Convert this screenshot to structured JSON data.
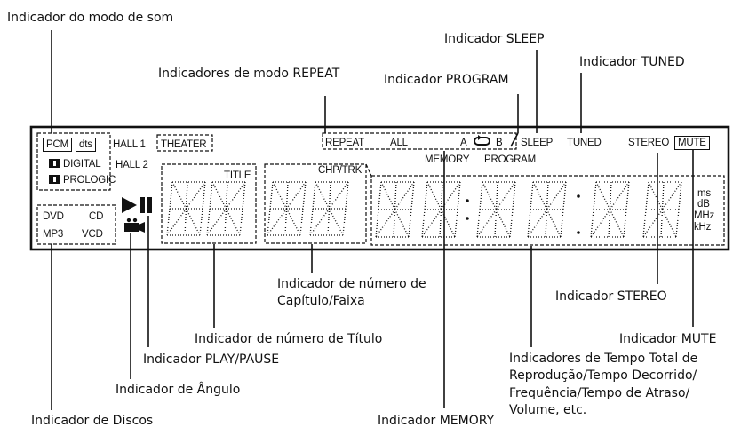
{
  "callouts": {
    "sound_mode": "Indicador do modo de som",
    "sleep": "Indicador SLEEP",
    "tuned": "Indicador TUNED",
    "repeat": "Indicadores de modo REPEAT",
    "program": "Indicador PROGRAM",
    "chapter_line1": "Indicador de número de",
    "chapter_line2": "Capítulo/Faixa",
    "stereo": "Indicador STEREO",
    "title": "Indicador de número de Título",
    "mute": "Indicador MUTE",
    "play_pause": "Indicador PLAY/PAUSE",
    "time_line1": "Indicadores de Tempo Total de",
    "time_line2": "Reprodução/Tempo Decorrido/",
    "time_line3": "Frequência/Tempo de Atraso/",
    "time_line4": "Volume, etc.",
    "angle": "Indicador de Ângulo",
    "discs": "Indicador de Discos",
    "memory": "Indicador MEMORY"
  },
  "display": {
    "pcm": "PCM",
    "dts": "dts",
    "hall1": "HALL 1",
    "hall2": "HALL 2",
    "theater": "THEATER",
    "digital": "DIGITAL",
    "prologic": "PROLOGIC",
    "dolby_logo": "DD",
    "dvd": "DVD",
    "cd": "CD",
    "mp3": "MP3",
    "vcd": "VCD",
    "title": "TITLE",
    "chp_trk": "CHP/TRK",
    "repeat": "REPEAT",
    "all": "ALL",
    "a": "A",
    "b": "B",
    "sleep": "SLEEP",
    "tuned": "TUNED",
    "stereo": "STEREO",
    "mute": "MUTE",
    "memory": "MEMORY",
    "program": "PROGRAM",
    "unit_ms": "ms",
    "unit_db": "dB",
    "unit_mhz": "MHz",
    "unit_khz": "kHz"
  }
}
